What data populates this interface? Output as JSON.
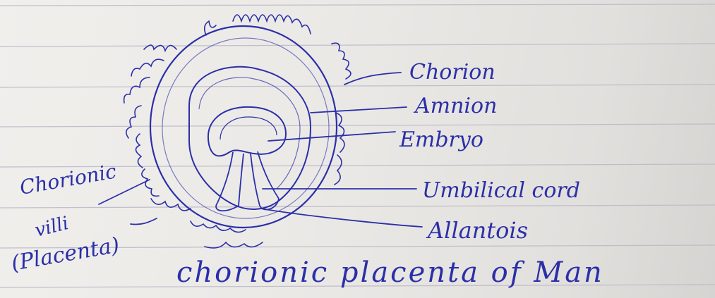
{
  "diagram": {
    "title": "chorionic placenta of Man",
    "labels": {
      "chorion": "Chorion",
      "amnion": "Amnion",
      "embryo": "Embryo",
      "umbilical_cord": "Umbilical cord",
      "allantois": "Allantois",
      "chorionic_villi_line1": "Chorionic",
      "chorionic_villi_line2": "villi",
      "chorionic_villi_line3": "(Placenta)"
    }
  },
  "colors": {
    "ink": "#2b2fa8",
    "paper": "#eceae7",
    "rule_lines": "#b9b7c6"
  }
}
